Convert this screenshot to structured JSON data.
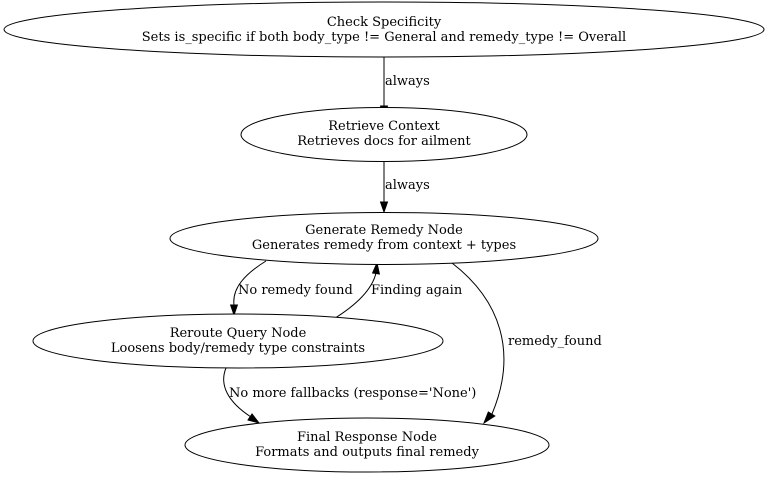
{
  "nodes": {
    "check_specificity": {
      "title": "Check Specificity",
      "description": "Sets is_specific if both body_type != General and remedy_type != Overall"
    },
    "retrieve_context": {
      "title": "Retrieve Context",
      "description": "Retrieves docs for ailment"
    },
    "generate_remedy": {
      "title": "Generate Remedy Node",
      "description": "Generates remedy from context + types"
    },
    "reroute_query": {
      "title": "Reroute Query Node",
      "description": "Loosens body/remedy type constraints"
    },
    "final_response": {
      "title": "Final Response Node",
      "description": "Formats and outputs final remedy"
    }
  },
  "edges": {
    "check_to_retrieve": "always",
    "retrieve_to_generate": "always",
    "generate_to_reroute": "No remedy found",
    "reroute_to_generate": "Finding again",
    "generate_to_final": "remedy_found",
    "reroute_to_final": "No more fallbacks (response='None')"
  }
}
